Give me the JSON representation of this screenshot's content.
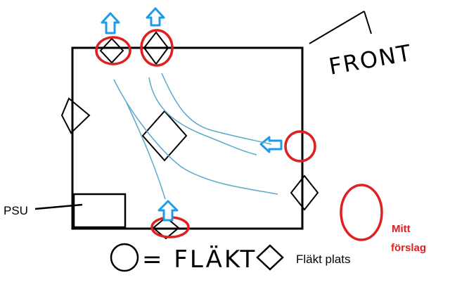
{
  "diagram": {
    "front_label": "FRONT",
    "psu_label": "PSU",
    "legend": {
      "fan_equals": "= FLÄKT",
      "fan_slot": "Fläkt plats"
    },
    "proposal": {
      "line1": "Mitt",
      "line2": "förslag"
    },
    "colors": {
      "outline": "#000000",
      "fan_circle": "#e02020",
      "arrow": "#1e9be8",
      "airflow": "#5aa9cc",
      "proposal_text": "#e02020"
    }
  }
}
